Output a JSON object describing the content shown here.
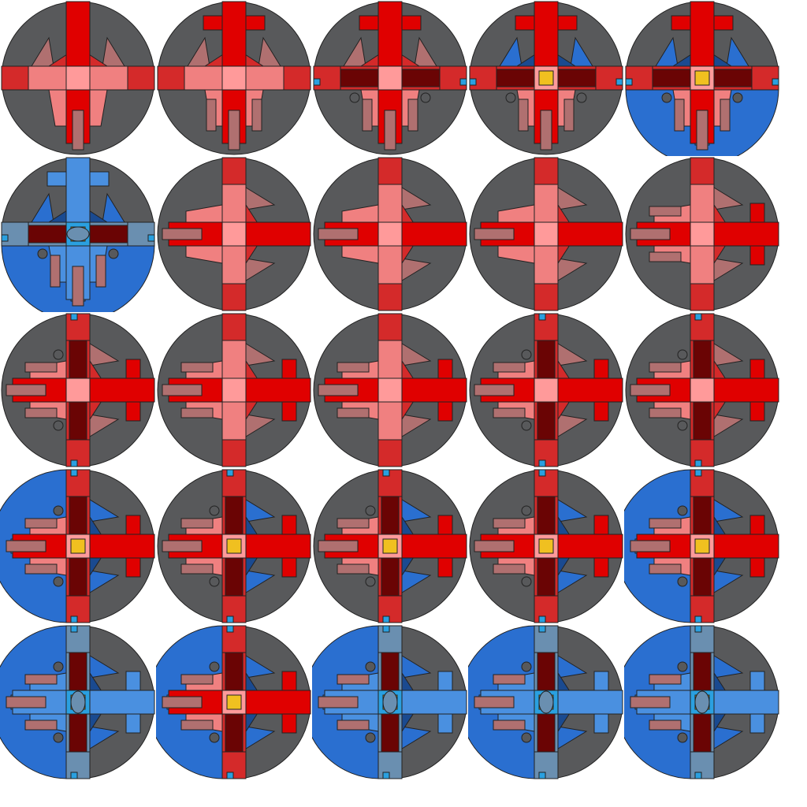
{
  "sheet": {
    "rows": 5,
    "cols": 5,
    "background": "#ffffff"
  },
  "colors": {
    "disc": "#58595b",
    "outline": "#222222",
    "red_main": "#d42a2a",
    "red_bright": "#e00000",
    "red_light": "#f08080",
    "red_pink": "#ff9a9a",
    "red_dark": "#6a0404",
    "rose": "#b07070",
    "blue_main": "#2a6fd0",
    "blue_light": "#4a90e0",
    "blue_dark": "#1a4a90",
    "steel": "#6a8fb0",
    "cyan": "#2aa0e0",
    "gold": "#f0c020"
  },
  "sprites": [
    {
      "row": 0,
      "col": 0,
      "orientation": "up",
      "theme": "red",
      "stage": 0
    },
    {
      "row": 0,
      "col": 1,
      "orientation": "up",
      "theme": "red",
      "stage": 1
    },
    {
      "row": 0,
      "col": 2,
      "orientation": "up",
      "theme": "red",
      "stage": 2
    },
    {
      "row": 0,
      "col": 3,
      "orientation": "up",
      "theme": "mixed",
      "stage": 3
    },
    {
      "row": 0,
      "col": 4,
      "orientation": "up",
      "theme": "mixed",
      "stage": 4
    },
    {
      "row": 1,
      "col": 0,
      "orientation": "up",
      "theme": "blue",
      "stage": 5
    },
    {
      "row": 1,
      "col": 1,
      "orientation": "right",
      "theme": "red",
      "stage": 0
    },
    {
      "row": 1,
      "col": 2,
      "orientation": "right",
      "theme": "red",
      "stage": 0
    },
    {
      "row": 1,
      "col": 3,
      "orientation": "right",
      "theme": "red",
      "stage": 0
    },
    {
      "row": 1,
      "col": 4,
      "orientation": "right",
      "theme": "red",
      "stage": 1
    },
    {
      "row": 2,
      "col": 0,
      "orientation": "right",
      "theme": "red",
      "stage": 2
    },
    {
      "row": 2,
      "col": 1,
      "orientation": "right",
      "theme": "red",
      "stage": 1
    },
    {
      "row": 2,
      "col": 2,
      "orientation": "right",
      "theme": "red",
      "stage": 1
    },
    {
      "row": 2,
      "col": 3,
      "orientation": "right",
      "theme": "red",
      "stage": 2
    },
    {
      "row": 2,
      "col": 4,
      "orientation": "right",
      "theme": "red",
      "stage": 2
    },
    {
      "row": 3,
      "col": 0,
      "orientation": "right",
      "theme": "mixed",
      "stage": 4
    },
    {
      "row": 3,
      "col": 1,
      "orientation": "right",
      "theme": "mixed",
      "stage": 3
    },
    {
      "row": 3,
      "col": 2,
      "orientation": "right",
      "theme": "mixed",
      "stage": 3
    },
    {
      "row": 3,
      "col": 3,
      "orientation": "right",
      "theme": "mixed",
      "stage": 3
    },
    {
      "row": 3,
      "col": 4,
      "orientation": "right",
      "theme": "mixed",
      "stage": 4
    },
    {
      "row": 4,
      "col": 0,
      "orientation": "right",
      "theme": "blue",
      "stage": 6
    },
    {
      "row": 4,
      "col": 1,
      "orientation": "right",
      "theme": "mixed",
      "stage": 4
    },
    {
      "row": 4,
      "col": 2,
      "orientation": "right",
      "theme": "blue",
      "stage": 5
    },
    {
      "row": 4,
      "col": 3,
      "orientation": "right",
      "theme": "blue",
      "stage": 5
    },
    {
      "row": 4,
      "col": 4,
      "orientation": "right",
      "theme": "blue",
      "stage": 5
    }
  ]
}
